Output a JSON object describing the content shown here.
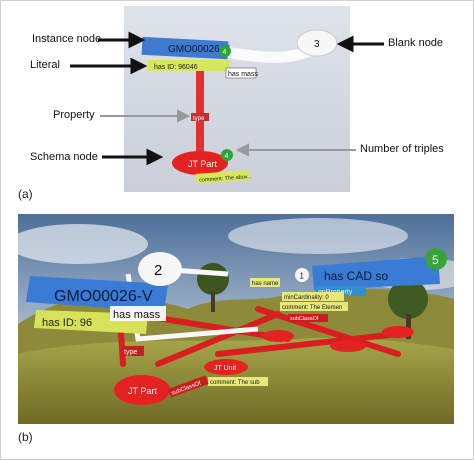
{
  "panel_a": {
    "caption": "(a)",
    "annotations": {
      "instance_node": "Instance node",
      "literal": "Literal",
      "property": "Property",
      "schema_node": "Schema node",
      "blank_node": "Blank node",
      "number_of_triples": "Number of triples"
    },
    "scene": {
      "instance_label": "GMO00026-V",
      "instance_count": "4",
      "literal_label": "has ID: 96046",
      "property_label": "has mass",
      "type_label": "type",
      "schema_label": "JT Part",
      "schema_count": "4",
      "comment_label": "comment: The abov...",
      "blank_count": "3"
    }
  },
  "panel_b": {
    "caption": "(b)",
    "scene": {
      "instance_label": "GMO00026-V",
      "literal_label": "has ID: 96",
      "property_label": "has mass",
      "blank_count": "2",
      "cad_label": "has CAD so",
      "cad_count": "5",
      "small_count": "1",
      "type_label": "type",
      "schema_label": "JT Part",
      "subclass_label": "subClassOf",
      "has_name_label": "has name",
      "on_property_label": "onProperty",
      "cardinality_label": "minCardinality: 0",
      "comment_label": "comment: The Elemen",
      "subclass_label2": "subClassOf",
      "jt_unit_label": "JT Unit",
      "comment2_label": "comment: The sub",
      "colors": {
        "sky": "#5b7fa8",
        "grass": "#9aa13a",
        "node_blue": "#3a7bd5",
        "node_green": "#3a9a3a",
        "edge_red": "#d81e1e"
      }
    }
  }
}
